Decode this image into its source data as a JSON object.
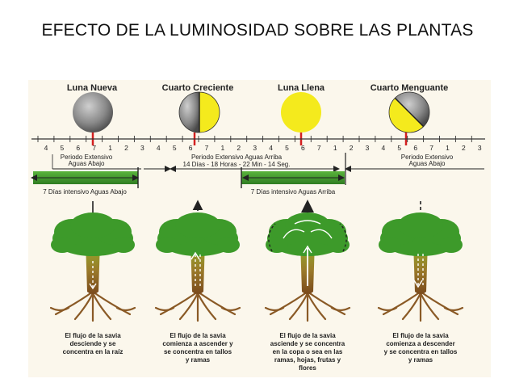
{
  "slide": {
    "title": "EFECTO DE LA LUMINOSIDAD SOBRE LAS PLANTAS"
  },
  "phases": [
    {
      "label": "Luna Nueva",
      "icon": "new-moon-icon"
    },
    {
      "label": "Cuarto Creciente",
      "icon": "first-quarter-moon-icon"
    },
    {
      "label": "Luna Llena",
      "icon": "full-moon-icon"
    },
    {
      "label": "Cuarto Menguante",
      "icon": "last-quarter-moon-icon"
    }
  ],
  "timeline": {
    "numbers": [
      "4",
      "5",
      "6",
      "7",
      "1",
      "2",
      "3",
      "4",
      "5",
      "6",
      "7",
      "1",
      "2",
      "3",
      "4",
      "5",
      "6",
      "7",
      "1",
      "2",
      "3",
      "4",
      "5",
      "6",
      "7",
      "1",
      "2",
      "3"
    ],
    "periods": [
      {
        "line1": "Periodo Extensivo",
        "line2": "Aguas Abajo"
      },
      {
        "line1": "Periodo Extensivo Aguas Arriba",
        "line2": "14 Días - 18 Horas - 22 Min - 14 Seg."
      },
      {
        "line1": "Periodo Extensivo",
        "line2": "Aguas Abajo"
      }
    ],
    "intensive": [
      {
        "label": "7 Días intensivo Aguas Abajo"
      },
      {
        "label": "7 Días intensivo Aguas Arriba"
      }
    ]
  },
  "trees": [
    {
      "caption": [
        "El flujo de la savia",
        "desciende y se",
        "concentra en la raíz"
      ]
    },
    {
      "caption": [
        "El flujo de la savia",
        "comienza a ascender y",
        "se concentra en tallos",
        "y ramas"
      ]
    },
    {
      "caption": [
        "El flujo de la savia",
        "asciende y se concentra",
        "en la copa o sea en las",
        "ramas, hojas, frutas y",
        "flores"
      ]
    },
    {
      "caption": [
        "El flujo de la savia",
        "comienza a descender",
        "y se concentra en tallos",
        "y ramas"
      ]
    }
  ],
  "colors": {
    "moon_yellow": "#f4ea1d",
    "moon_gray": "#7d7d7d",
    "bar_green": "#3f9b2f",
    "foliage": "#3d9a2a",
    "trunk": "#8a5a26",
    "red_marker": "#d32020"
  }
}
